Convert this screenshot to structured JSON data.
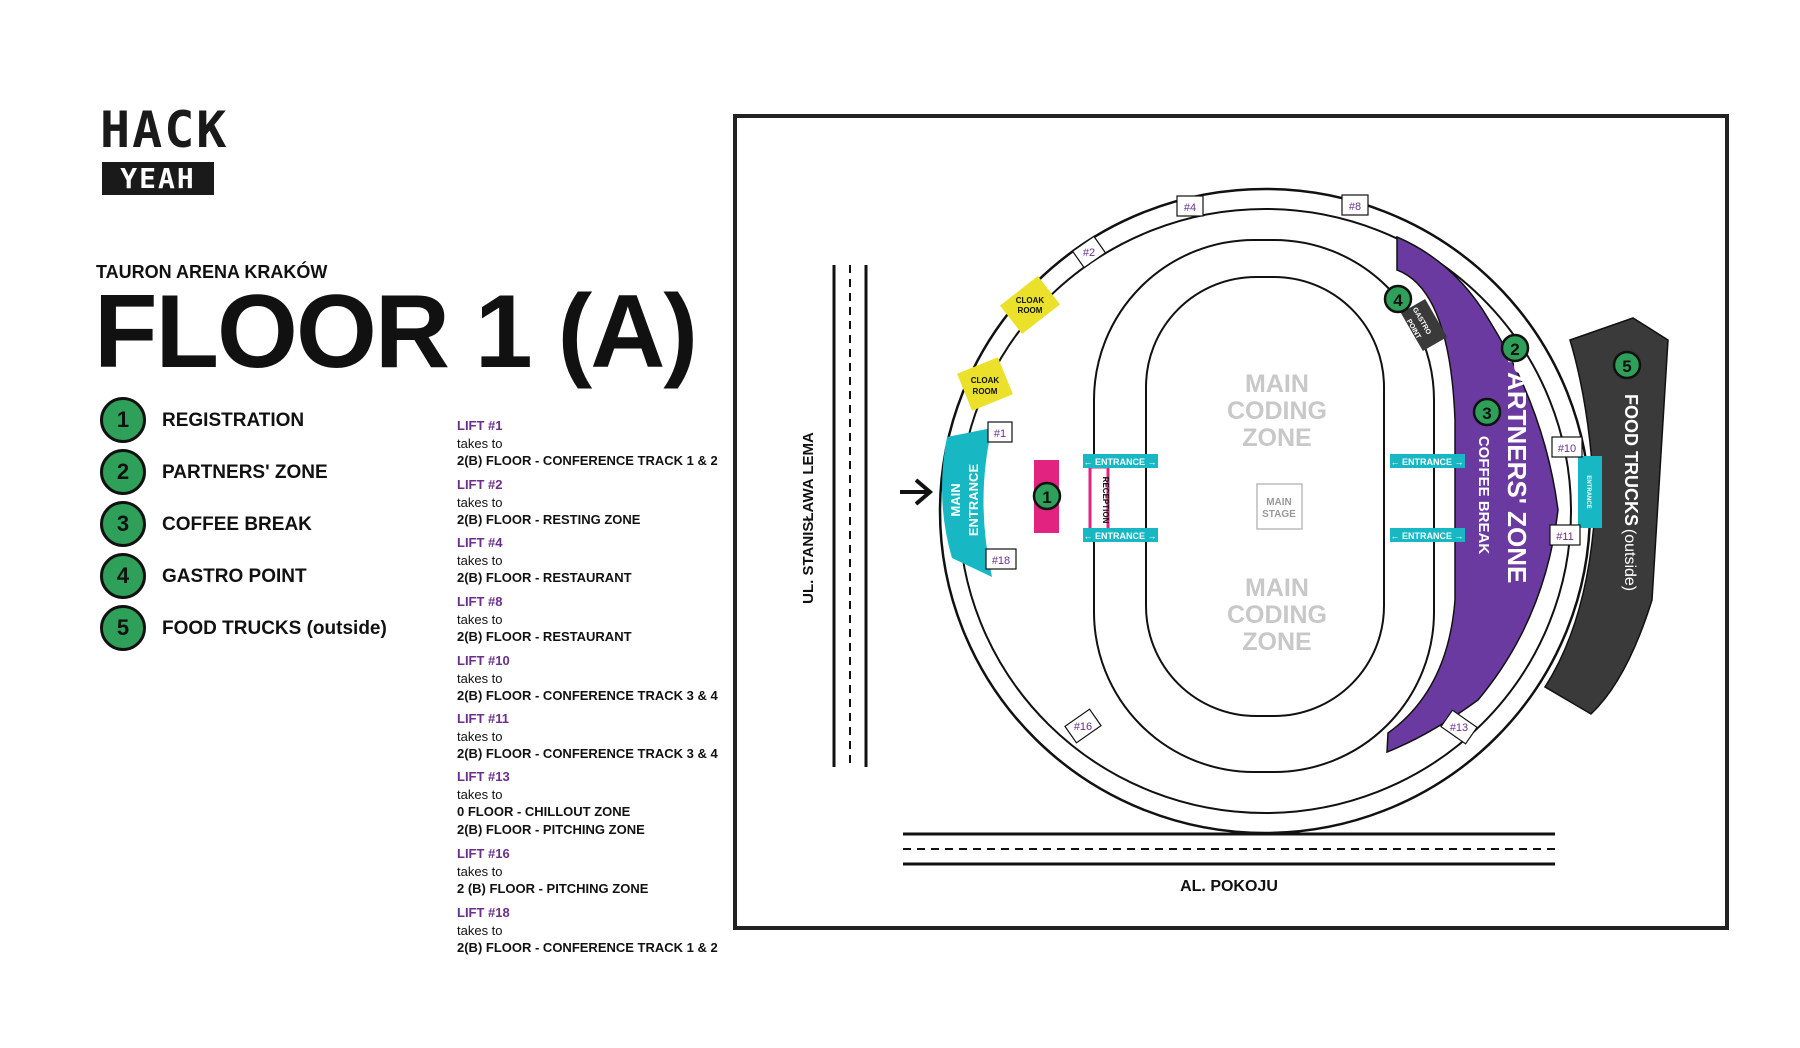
{
  "logo": {
    "line1": "HACK",
    "line2": "YEAH"
  },
  "venue": "TAURON ARENA KRAKÓW",
  "floor_title": "FLOOR 1 (A)",
  "legend": [
    {
      "num": "1",
      "label": "REGISTRATION"
    },
    {
      "num": "2",
      "label": "PARTNERS' ZONE"
    },
    {
      "num": "3",
      "label": "COFFEE BREAK"
    },
    {
      "num": "4",
      "label": "GASTRO POINT"
    },
    {
      "num": "5",
      "label": "FOOD TRUCKS (outside)"
    }
  ],
  "lifts": [
    {
      "title": "LIFT #1",
      "takes": "takes to",
      "dest": [
        "2(B) FLOOR -  CONFERENCE TRACK 1 & 2"
      ]
    },
    {
      "title": "LIFT #2",
      "takes": "takes to",
      "dest": [
        "2(B) FLOOR - RESTING ZONE"
      ]
    },
    {
      "title": "LIFT #4",
      "takes": "takes to",
      "dest": [
        "2(B) FLOOR - RESTAURANT"
      ]
    },
    {
      "title": "LIFT #8",
      "takes": "takes to",
      "dest": [
        "2(B) FLOOR - RESTAURANT"
      ]
    },
    {
      "title": "LIFT #10",
      "takes": "takes to",
      "dest": [
        "2(B) FLOOR -  CONFERENCE TRACK 3 & 4"
      ]
    },
    {
      "title": "LIFT #11",
      "takes": "takes to",
      "dest": [
        "2(B) FLOOR -  CONFERENCE TRACK 3 & 4"
      ]
    },
    {
      "title": "LIFT #13",
      "takes": "takes to",
      "dest": [
        "0 FLOOR - CHILLOUT ZONE",
        "2(B) FLOOR - PITCHING ZONE"
      ]
    },
    {
      "title": "LIFT #16",
      "takes": "takes to",
      "dest": [
        "2 (B) FLOOR - PITCHING ZONE"
      ]
    },
    {
      "title": "LIFT #18",
      "takes": "takes to",
      "dest": [
        "2(B) FLOOR -  CONFERENCE TRACK 1 & 2"
      ]
    }
  ],
  "map": {
    "streets": {
      "west": "UL. STANISŁAWA LEMA",
      "south": "AL. POKOJU"
    },
    "main_entrance": [
      "MAIN",
      "ENTRANCE"
    ],
    "cloak_room": [
      "CLOAK",
      "ROOM"
    ],
    "reception": "RECEPTION",
    "entrance_label": "← ENTRANCE →",
    "gastro_point": [
      "GASTRO",
      "POINT"
    ],
    "main_coding_zone": [
      "MAIN",
      "CODING",
      "ZONE"
    ],
    "main_stage": [
      "MAIN",
      "STAGE"
    ],
    "partners_zone": "PARTNERS' ZONE",
    "coffee_break": "COFFEE BREAK",
    "food_trucks": "FOOD TRUCKS",
    "food_trucks_note": "(outside)",
    "east_entrance": "ENTRANCE",
    "lift_markers": [
      "#1",
      "#2",
      "#4",
      "#8",
      "#10",
      "#11",
      "#13",
      "#16",
      "#18"
    ],
    "zone_numbers": [
      "1",
      "2",
      "3",
      "4",
      "5"
    ]
  },
  "colors": {
    "badge_green": "#2fa05a",
    "lift_purple": "#6a2f8c",
    "partners_purple": "#6a3aa0",
    "entrance_teal": "#17b8c4",
    "reception_magenta": "#e2237f",
    "cloak_yellow": "#ece12a",
    "food_trucks_dark": "#3a3a3a",
    "zone_grey": "#c8c8c8"
  }
}
